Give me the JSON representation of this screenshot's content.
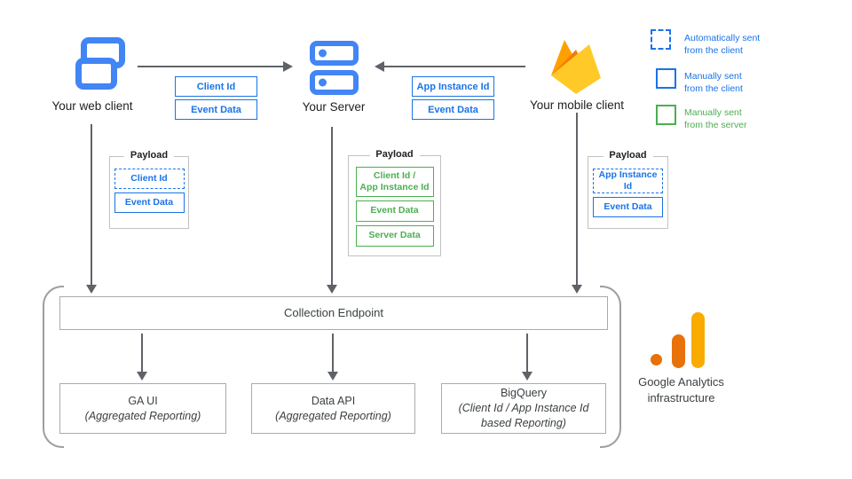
{
  "clients": {
    "web": {
      "label": "Your web client"
    },
    "server": {
      "label": "Your Server"
    },
    "mobile": {
      "label": "Your mobile client"
    }
  },
  "flow_boxes": {
    "web_to_server": {
      "items": [
        "Client Id",
        "Event Data"
      ]
    },
    "mobile_to_server": {
      "items": [
        "App Instance Id",
        "Event Data"
      ]
    }
  },
  "legend": {
    "items": [
      {
        "swatch": "dashed-blue",
        "label": "Automatically sent\nfrom the client"
      },
      {
        "swatch": "solid-blue",
        "label": "Manually sent\nfrom the client"
      },
      {
        "swatch": "solid-green",
        "label": "Manually sent\nfrom the server"
      }
    ]
  },
  "payloads": {
    "web": {
      "title": "Payload",
      "items": [
        {
          "text": "Client Id",
          "style": "dashed-blue"
        },
        {
          "text": "Event Data",
          "style": "solid-blue"
        }
      ]
    },
    "server": {
      "title": "Payload",
      "items": [
        {
          "text": "Client Id /\nApp Instance Id",
          "style": "solid-green"
        },
        {
          "text": "Event Data",
          "style": "solid-green"
        },
        {
          "text": "Server Data",
          "style": "solid-green"
        }
      ]
    },
    "mobile": {
      "title": "Payload",
      "items": [
        {
          "text": "App Instance Id",
          "style": "dashed-blue"
        },
        {
          "text": "Event Data",
          "style": "solid-blue"
        }
      ]
    }
  },
  "infrastructure": {
    "endpoint_label": "Collection Endpoint",
    "outputs": [
      {
        "title": "GA UI",
        "subtitle": "(Aggregated Reporting)"
      },
      {
        "title": "Data API",
        "subtitle": "(Aggregated Reporting)"
      },
      {
        "title": "BigQuery",
        "subtitle": "(Client Id / App Instance Id based Reporting)"
      }
    ],
    "brand_label": "Google Analytics\ninfrastructure"
  },
  "colors": {
    "icon_blue": "#4285F4",
    "box_blue": "#1a73e8",
    "box_green": "#4caf50",
    "arrow_gray": "#5f6368",
    "bracket_gray": "#9e9e9e",
    "logo_orange": "#E8710A",
    "logo_amber": "#F9AB00",
    "firebase_yellow": "#FFCA28",
    "firebase_orange": "#FFA000",
    "firebase_dark_orange": "#F57C00"
  }
}
